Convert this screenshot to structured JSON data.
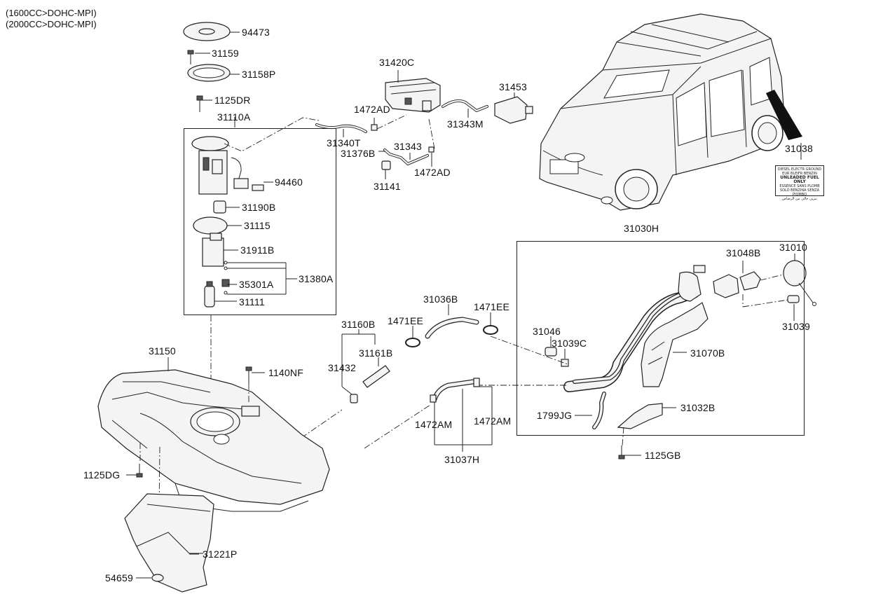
{
  "header": {
    "line1": "(1600CC>DOHC-MPI)",
    "line2": "(2000CC>DOHC-MPI)"
  },
  "labels": {
    "p94473": "94473",
    "p31159": "31159",
    "p31158P": "31158P",
    "p1125DR": "1125DR",
    "p31110A": "31110A",
    "p94460": "94460",
    "p31190B": "31190B",
    "p31115": "31115",
    "p31911B": "31911B",
    "p31380A": "31380A",
    "p35301A": "35301A",
    "p31111": "31111",
    "p31420C": "31420C",
    "p1472AD_a": "1472AD",
    "p31340T": "31340T",
    "p31376B": "31376B",
    "p31343": "31343",
    "p1472AD_b": "1472AD",
    "p31141": "31141",
    "p31453": "31453",
    "p31343M": "31343M",
    "p31038": "31038",
    "p31030H": "31030H",
    "p31048B": "31048B",
    "p31010": "31010",
    "p31039": "31039",
    "p31036B": "31036B",
    "p1471EE_a": "1471EE",
    "p1471EE_b": "1471EE",
    "p31160B": "31160B",
    "p31161B": "31161B",
    "p31432": "31432",
    "p31046": "31046",
    "p31039C": "31039C",
    "p31070B": "31070B",
    "p1799JG": "1799JG",
    "p31032B": "31032B",
    "p1125GB": "1125GB",
    "p1472AM_a": "1472AM",
    "p1472AM_b": "1472AM",
    "p31037H": "31037H",
    "p31150": "31150",
    "p1140NF": "1140NF",
    "p1125DG": "1125DG",
    "p31221P": "31221P",
    "p54659": "54659"
  },
  "fuel_label_card": {
    "lines": [
      "DIESEL ELECTR GROUND",
      "EUR BLEIFR BENZIN",
      "UNLEADED FUEL ONLY",
      "ESSENCE SANS PLOMB",
      "SOLO BENZINA SENZA PIOMBO",
      "بنزين خالي من الرصاص"
    ]
  }
}
